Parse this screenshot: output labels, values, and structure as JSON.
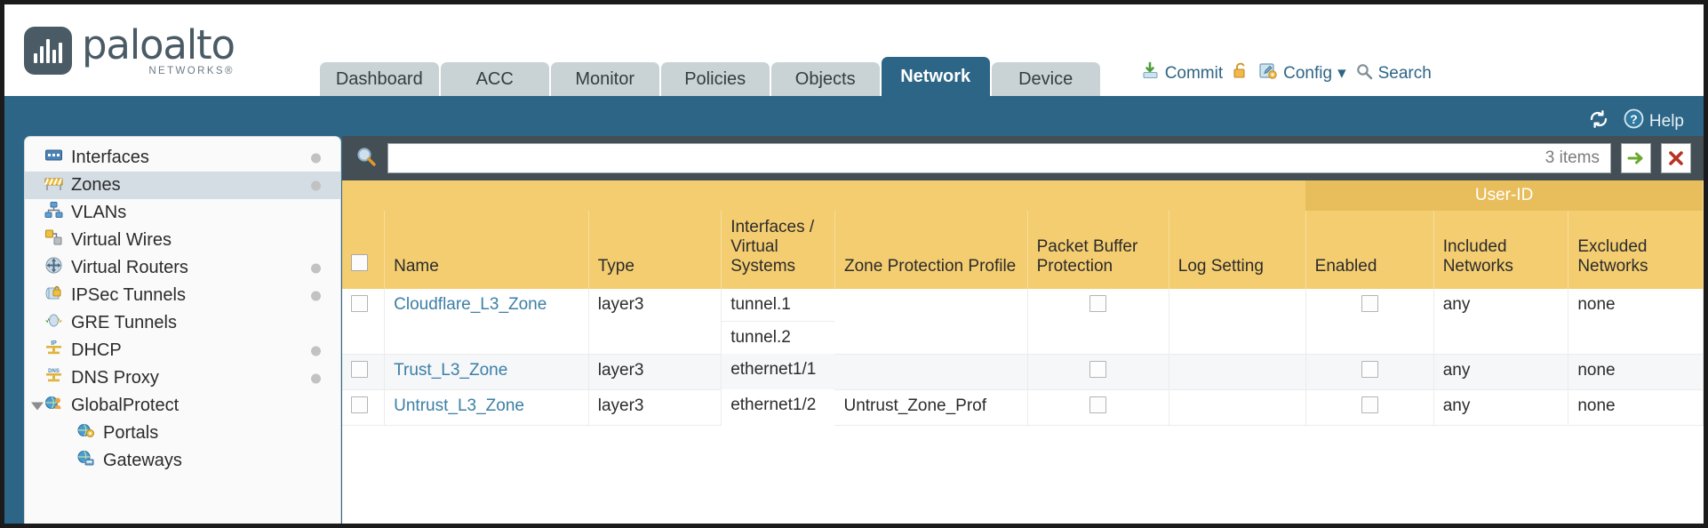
{
  "brand": {
    "name": "paloalto",
    "tagline": "NETWORKS®"
  },
  "tabs": [
    {
      "label": "Dashboard",
      "active": false
    },
    {
      "label": "ACC",
      "active": false
    },
    {
      "label": "Monitor",
      "active": false
    },
    {
      "label": "Policies",
      "active": false
    },
    {
      "label": "Objects",
      "active": false
    },
    {
      "label": "Network",
      "active": true
    },
    {
      "label": "Device",
      "active": false
    }
  ],
  "utilities": {
    "commit": "Commit",
    "lock_icon": "lock-icon",
    "config": "Config",
    "config_caret": "▾",
    "search": "Search",
    "commit_icon": "commit-icon",
    "config_icon": "config-icon",
    "search_icon": "search-icon"
  },
  "band": {
    "refresh_icon": "refresh-icon",
    "help": "Help",
    "help_icon": "help-icon"
  },
  "sidebar": {
    "items": [
      {
        "label": "Interfaces",
        "icon": "interfaces-icon",
        "dot": true,
        "selected": false,
        "child": false
      },
      {
        "label": "Zones",
        "icon": "zones-icon",
        "dot": true,
        "selected": true,
        "child": false
      },
      {
        "label": "VLANs",
        "icon": "vlans-icon",
        "dot": false,
        "selected": false,
        "child": false
      },
      {
        "label": "Virtual Wires",
        "icon": "virtual-wires-icon",
        "dot": false,
        "selected": false,
        "child": false
      },
      {
        "label": "Virtual Routers",
        "icon": "virtual-routers-icon",
        "dot": true,
        "selected": false,
        "child": false
      },
      {
        "label": "IPSec Tunnels",
        "icon": "ipsec-tunnels-icon",
        "dot": true,
        "selected": false,
        "child": false
      },
      {
        "label": "GRE Tunnels",
        "icon": "gre-tunnels-icon",
        "dot": false,
        "selected": false,
        "child": false
      },
      {
        "label": "DHCP",
        "icon": "dhcp-icon",
        "dot": true,
        "selected": false,
        "child": false
      },
      {
        "label": "DNS Proxy",
        "icon": "dns-proxy-icon",
        "dot": true,
        "selected": false,
        "child": false
      },
      {
        "label": "GlobalProtect",
        "icon": "globalprotect-icon",
        "dot": false,
        "selected": false,
        "child": false,
        "caret": true
      },
      {
        "label": "Portals",
        "icon": "portals-icon",
        "dot": false,
        "selected": false,
        "child": true
      },
      {
        "label": "Gateways",
        "icon": "gateways-icon",
        "dot": false,
        "selected": false,
        "child": true
      }
    ]
  },
  "filterbar": {
    "search_icon": "search-icon",
    "value": "",
    "placeholder": "",
    "item_count": "3 items",
    "apply_icon": "apply-filter-arrow-icon",
    "clear_icon": "clear-filter-x-icon"
  },
  "table": {
    "group_header": "User-ID",
    "columns": [
      "Name",
      "Type",
      "Interfaces / Virtual Systems",
      "Zone Protection Profile",
      "Packet Buffer Protection",
      "Log Setting",
      "Enabled",
      "Included Networks",
      "Excluded Networks"
    ],
    "rows": [
      {
        "name": "Cloudflare_L3_Zone",
        "type": "layer3",
        "interfaces": [
          "tunnel.1",
          "tunnel.2"
        ],
        "zone_protection_profile": "",
        "packet_buffer_protection": false,
        "log_setting": "",
        "userid_enabled": false,
        "included_networks": "any",
        "excluded_networks": "none"
      },
      {
        "name": "Trust_L3_Zone",
        "type": "layer3",
        "interfaces": [
          "ethernet1/1"
        ],
        "zone_protection_profile": "",
        "packet_buffer_protection": false,
        "log_setting": "",
        "userid_enabled": false,
        "included_networks": "any",
        "excluded_networks": "none"
      },
      {
        "name": "Untrust_L3_Zone",
        "type": "layer3",
        "interfaces": [
          "ethernet1/2"
        ],
        "zone_protection_profile": "Untrust_Zone_Prof",
        "packet_buffer_protection": false,
        "log_setting": "",
        "userid_enabled": false,
        "included_networks": "any",
        "excluded_networks": "none"
      }
    ]
  },
  "colors": {
    "brand_blue": "#2d6586",
    "header_yellow": "#f4cd70",
    "group_yellow": "#e8be5c",
    "dark_bar": "#434f55",
    "link": "#3b7fa6"
  }
}
